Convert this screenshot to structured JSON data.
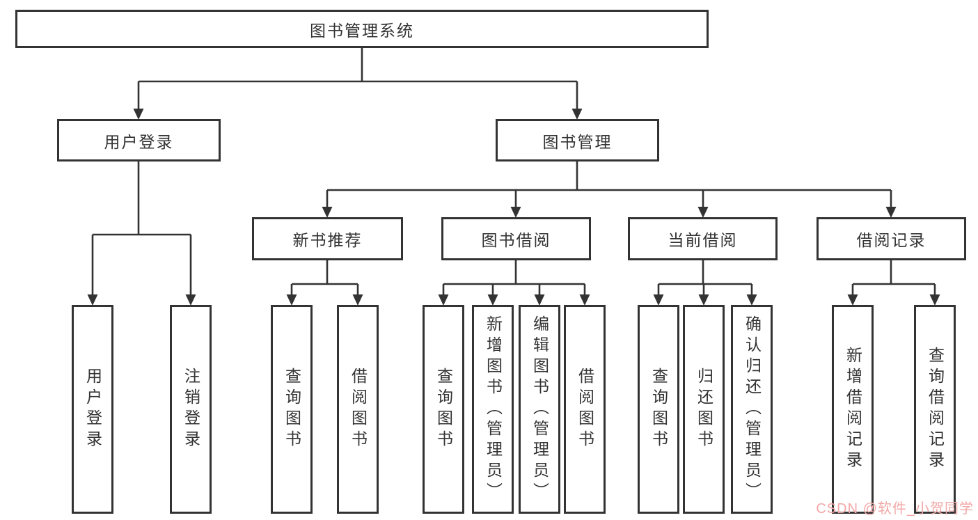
{
  "colors": {
    "line": "#333333",
    "box_border": "#333333",
    "text": "#333333",
    "background": "#ffffff",
    "watermark": "#f2a7a7"
  },
  "tree": {
    "root": {
      "label": "图书管理系统"
    },
    "branches": [
      {
        "label": "用户登录",
        "leaves": [
          {
            "label": "用户登录"
          },
          {
            "label": "注销登录"
          }
        ]
      },
      {
        "label": "图书管理",
        "groups": [
          {
            "label": "新书推荐",
            "leaves": [
              {
                "label": "查询图书"
              },
              {
                "label": "借阅图书"
              }
            ]
          },
          {
            "label": "图书借阅",
            "leaves": [
              {
                "label": "查询图书"
              },
              {
                "label": "新增图书（管理员）"
              },
              {
                "label": "编辑图书（管理员）"
              },
              {
                "label": "借阅图书"
              }
            ]
          },
          {
            "label": "当前借阅",
            "leaves": [
              {
                "label": "查询图书"
              },
              {
                "label": "归还图书"
              },
              {
                "label": "确认归还（管理员）"
              }
            ]
          },
          {
            "label": "借阅记录",
            "leaves": [
              {
                "label": "新增借阅记录"
              },
              {
                "label": "查询借阅记录"
              }
            ]
          }
        ]
      }
    ]
  },
  "watermark": {
    "text": "CSDN @软件_小贺同学"
  }
}
